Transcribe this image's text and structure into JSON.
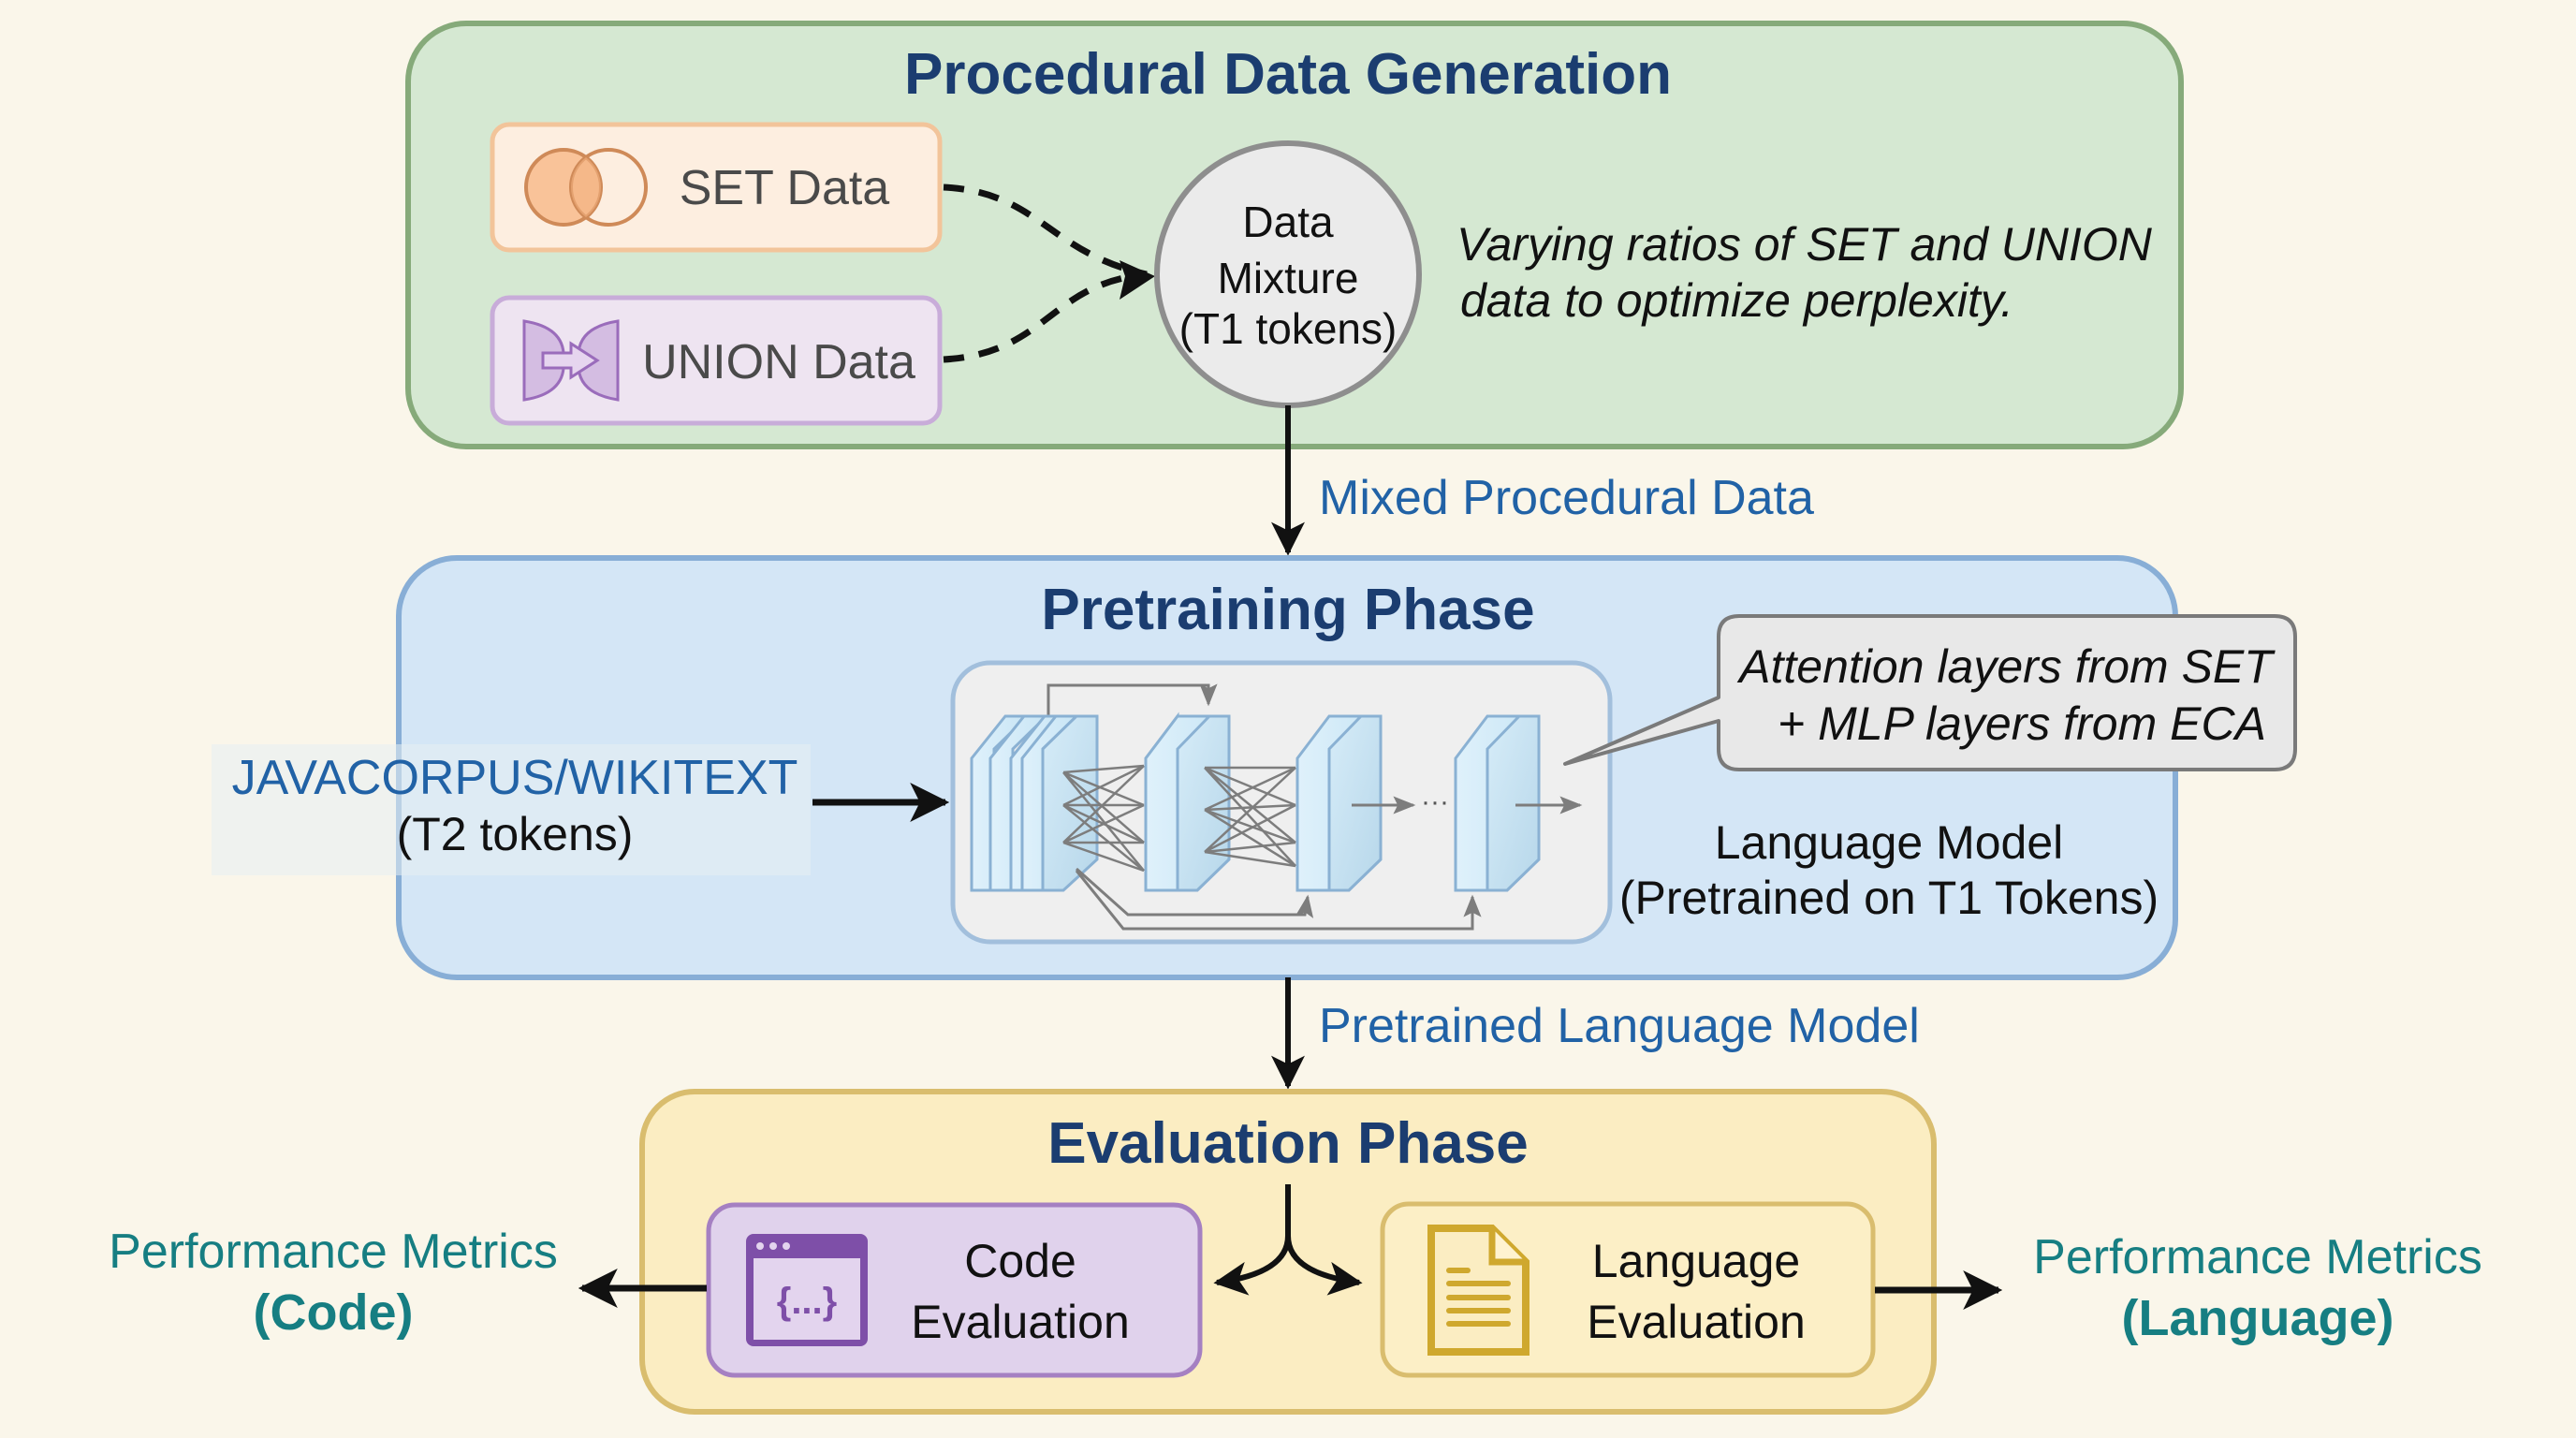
{
  "colors": {
    "background": "#faf6ea",
    "procedural_fill": "#d5e8d2",
    "procedural_border": "#86aa7a",
    "pretraining_fill": "#d4e6f6",
    "pretraining_border": "#88aed6",
    "evaluation_fill": "#fbedc2",
    "evaluation_border": "#d9bd6e",
    "set_fill": "#fdeee0",
    "set_border": "#f2c49a",
    "union_fill": "#eee4f1",
    "union_border": "#c8acd9",
    "code_fill": "#e0d2ec",
    "code_border": "#a580c2",
    "language_fill": "#fcefc6",
    "language_border": "#d9bd6e",
    "title_text": "#1b3d70",
    "flow_label": "#2162a6",
    "metrics_label": "#167e82"
  },
  "procedural": {
    "title": "Procedural Data Generation",
    "set_box": {
      "label": "SET Data",
      "icon": "venn-diagram-icon"
    },
    "union_box": {
      "label": "UNION Data",
      "icon": "union-merge-icon"
    },
    "mixture": {
      "line1": "Data",
      "line2": "Mixture",
      "line3": "(T1 tokens)"
    },
    "note": {
      "line1": "Varying ratios of SET and UNION",
      "line2": "data to optimize perplexity."
    }
  },
  "flow_labels": {
    "to_pretraining": "Mixed Procedural Data",
    "to_evaluation": "Pretrained Language Model"
  },
  "pretraining": {
    "title": "Pretraining Phase",
    "input": {
      "line1": "JAVACORPUS/WIKITEXT",
      "line2": "(T2 tokens)"
    },
    "model_ellipsis": "···",
    "callout": {
      "line1": "Attention layers from SET",
      "line2": "+ MLP layers from ECA"
    },
    "model_label": {
      "line1": "Language Model",
      "line2": "(Pretrained on T1 Tokens)"
    }
  },
  "evaluation": {
    "title": "Evaluation Phase",
    "code_box": {
      "line1": "Code",
      "line2": "Evaluation",
      "icon": "code-window-icon",
      "icon_text": "{...}"
    },
    "language_box": {
      "line1": "Language",
      "line2": "Evaluation",
      "icon": "document-icon"
    },
    "metrics_code": {
      "line1": "Performance Metrics",
      "line2": "(Code)"
    },
    "metrics_language": {
      "line1": "Performance Metrics",
      "line2": "(Language)"
    }
  }
}
